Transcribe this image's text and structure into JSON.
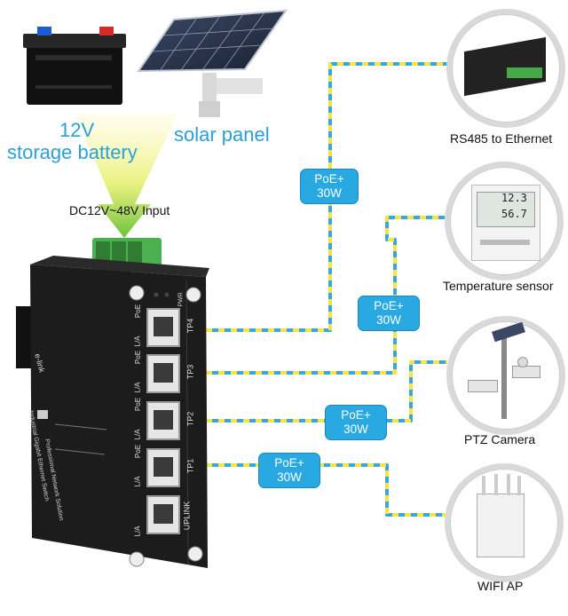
{
  "sources": {
    "battery_label_line1": "12V",
    "battery_label_line2": "storage battery",
    "solar_label": "solar panel",
    "input_label": "DC12V~48V Input"
  },
  "switch": {
    "brand": "e-link",
    "title": "Industrial Gigabit Ethernet Switch",
    "subtitle": "Professional Network Solution",
    "pwr_label": "PWR",
    "ports": [
      {
        "name": "TP4",
        "poe": "PoE",
        "la": "L/A"
      },
      {
        "name": "TP3",
        "poe": "PoE",
        "la": "L/A"
      },
      {
        "name": "TP2",
        "poe": "PoE",
        "la": "L/A"
      },
      {
        "name": "TP1",
        "poe": "PoE",
        "la": "L/A"
      },
      {
        "name": "UPLINK",
        "poe": "",
        "la": "L/A"
      }
    ]
  },
  "badges": [
    {
      "line1": "PoE+",
      "line2": "30W"
    },
    {
      "line1": "PoE+",
      "line2": "30W"
    },
    {
      "line1": "PoE+",
      "line2": "30W"
    },
    {
      "line1": "PoE+",
      "line2": "30W"
    }
  ],
  "devices": [
    {
      "label": "RS485 to Ethernet",
      "icon": "rs485-converter-icon"
    },
    {
      "label": "Temperature sensor",
      "icon": "temperature-sensor-icon",
      "readout1": "12.3",
      "readout2": "56.7"
    },
    {
      "label": "PTZ Camera",
      "icon": "ptz-camera-icon"
    },
    {
      "label": "WIFI AP",
      "icon": "wifi-ap-icon"
    }
  ],
  "colors": {
    "cable_blue": "#3aa6dd",
    "cable_yellow": "#f2e640",
    "badge_blue": "#29a9e1",
    "accent_text": "#2a9fd8",
    "arrow_green": "#7ac943",
    "switch_body": "#1c1c1c"
  }
}
